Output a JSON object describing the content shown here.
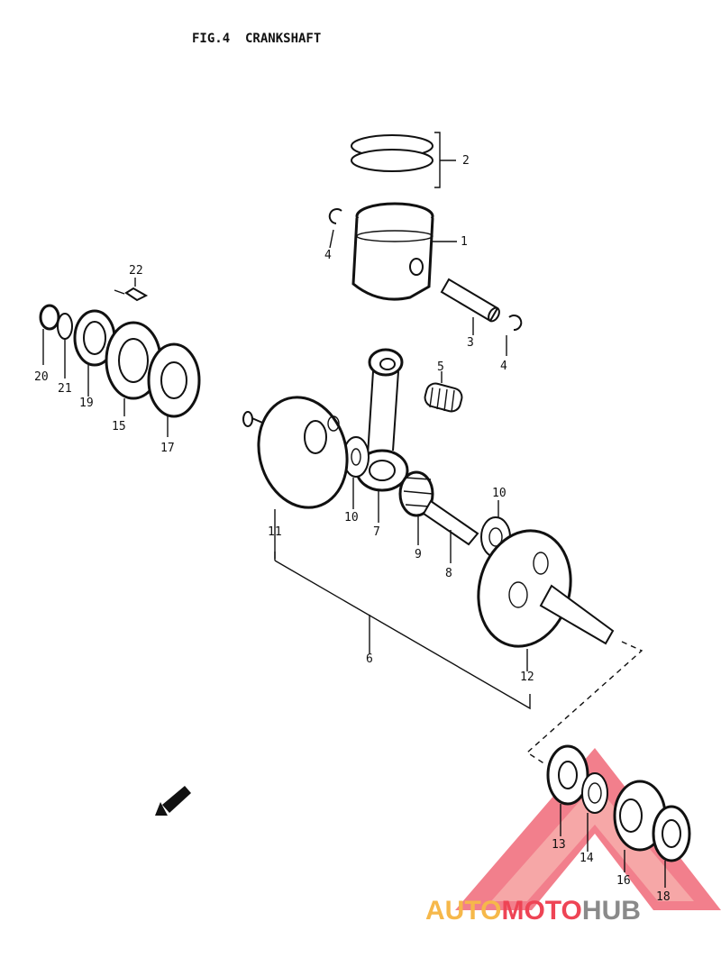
{
  "title": "FIG.4  CRANKSHAFT",
  "part_labels": {
    "p1": "1",
    "p2": "2",
    "p3": "3",
    "p4a": "4",
    "p4b": "4",
    "p5": "5",
    "p6": "6",
    "p7": "7",
    "p8": "8",
    "p9": "9",
    "p10a": "10",
    "p10b": "10",
    "p11": "11",
    "p12": "12",
    "p13": "13",
    "p14": "14",
    "p15": "15",
    "p16": "16",
    "p17": "17",
    "p18": "18",
    "p19": "19",
    "p20": "20",
    "p21": "21",
    "p22": "22"
  },
  "watermark": {
    "auto": "AUTO",
    "moto": "MOTO",
    "hub": "HUB"
  },
  "colors": {
    "line": "#111111",
    "watermark_orange": "#f6b84a",
    "watermark_red": "#ee4455",
    "watermark_gray": "#8a8a8a"
  }
}
